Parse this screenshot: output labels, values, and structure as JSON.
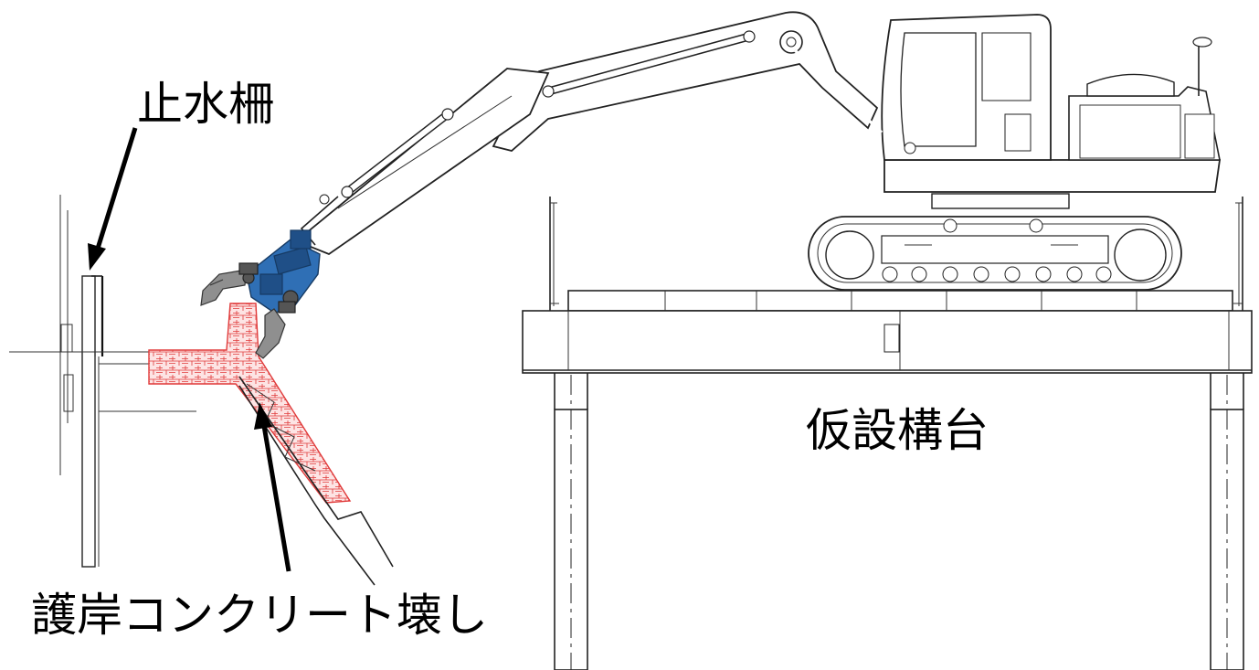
{
  "labels": {
    "cutoff_fence": "止水柵",
    "temporary_platform": "仮設構台",
    "revetment_demolition": "護岸コンクリート壊し"
  },
  "colors": {
    "demolition_region": "#e03a3a",
    "breaker_attachment": "#2f6fb5",
    "line": "#222222",
    "background": "#ffffff"
  },
  "icons": {
    "machine": "excavator-icon",
    "attachment": "crusher-attachment-icon"
  }
}
